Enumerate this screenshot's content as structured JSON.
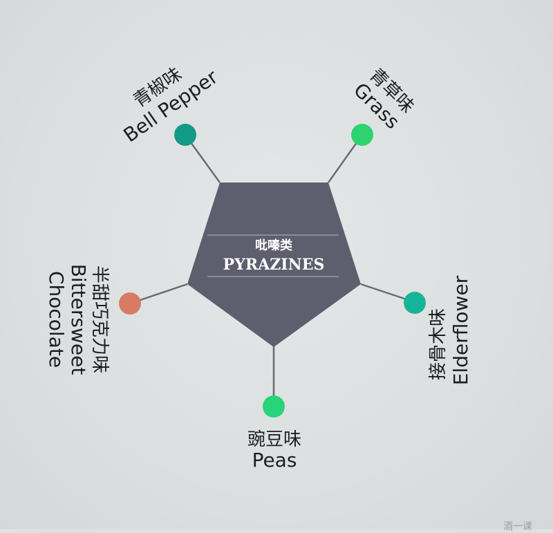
{
  "center": {
    "label_cn": "吡嗪类",
    "label_en": "PYRAZINES",
    "fill": "#5f5e6e"
  },
  "line_color": "#6a6a72",
  "nodes": [
    {
      "id": "bell-pepper",
      "cn": "青椒味",
      "en": "Bell Pepper",
      "color": "#139a86"
    },
    {
      "id": "grass",
      "cn": "青草味",
      "en": "Grass",
      "color": "#2ed36f"
    },
    {
      "id": "elderflower",
      "cn": "接骨木味",
      "en": "Elderflower",
      "color": "#16b597"
    },
    {
      "id": "peas",
      "cn": "豌豆味",
      "en": "Peas",
      "color": "#27d477"
    },
    {
      "id": "bittersweet-chocolate",
      "cn": "半甜巧克力味",
      "en": "Bittersweet",
      "en2": "Chocolate",
      "color": "#d97a64"
    }
  ],
  "watermark": "酒一课"
}
